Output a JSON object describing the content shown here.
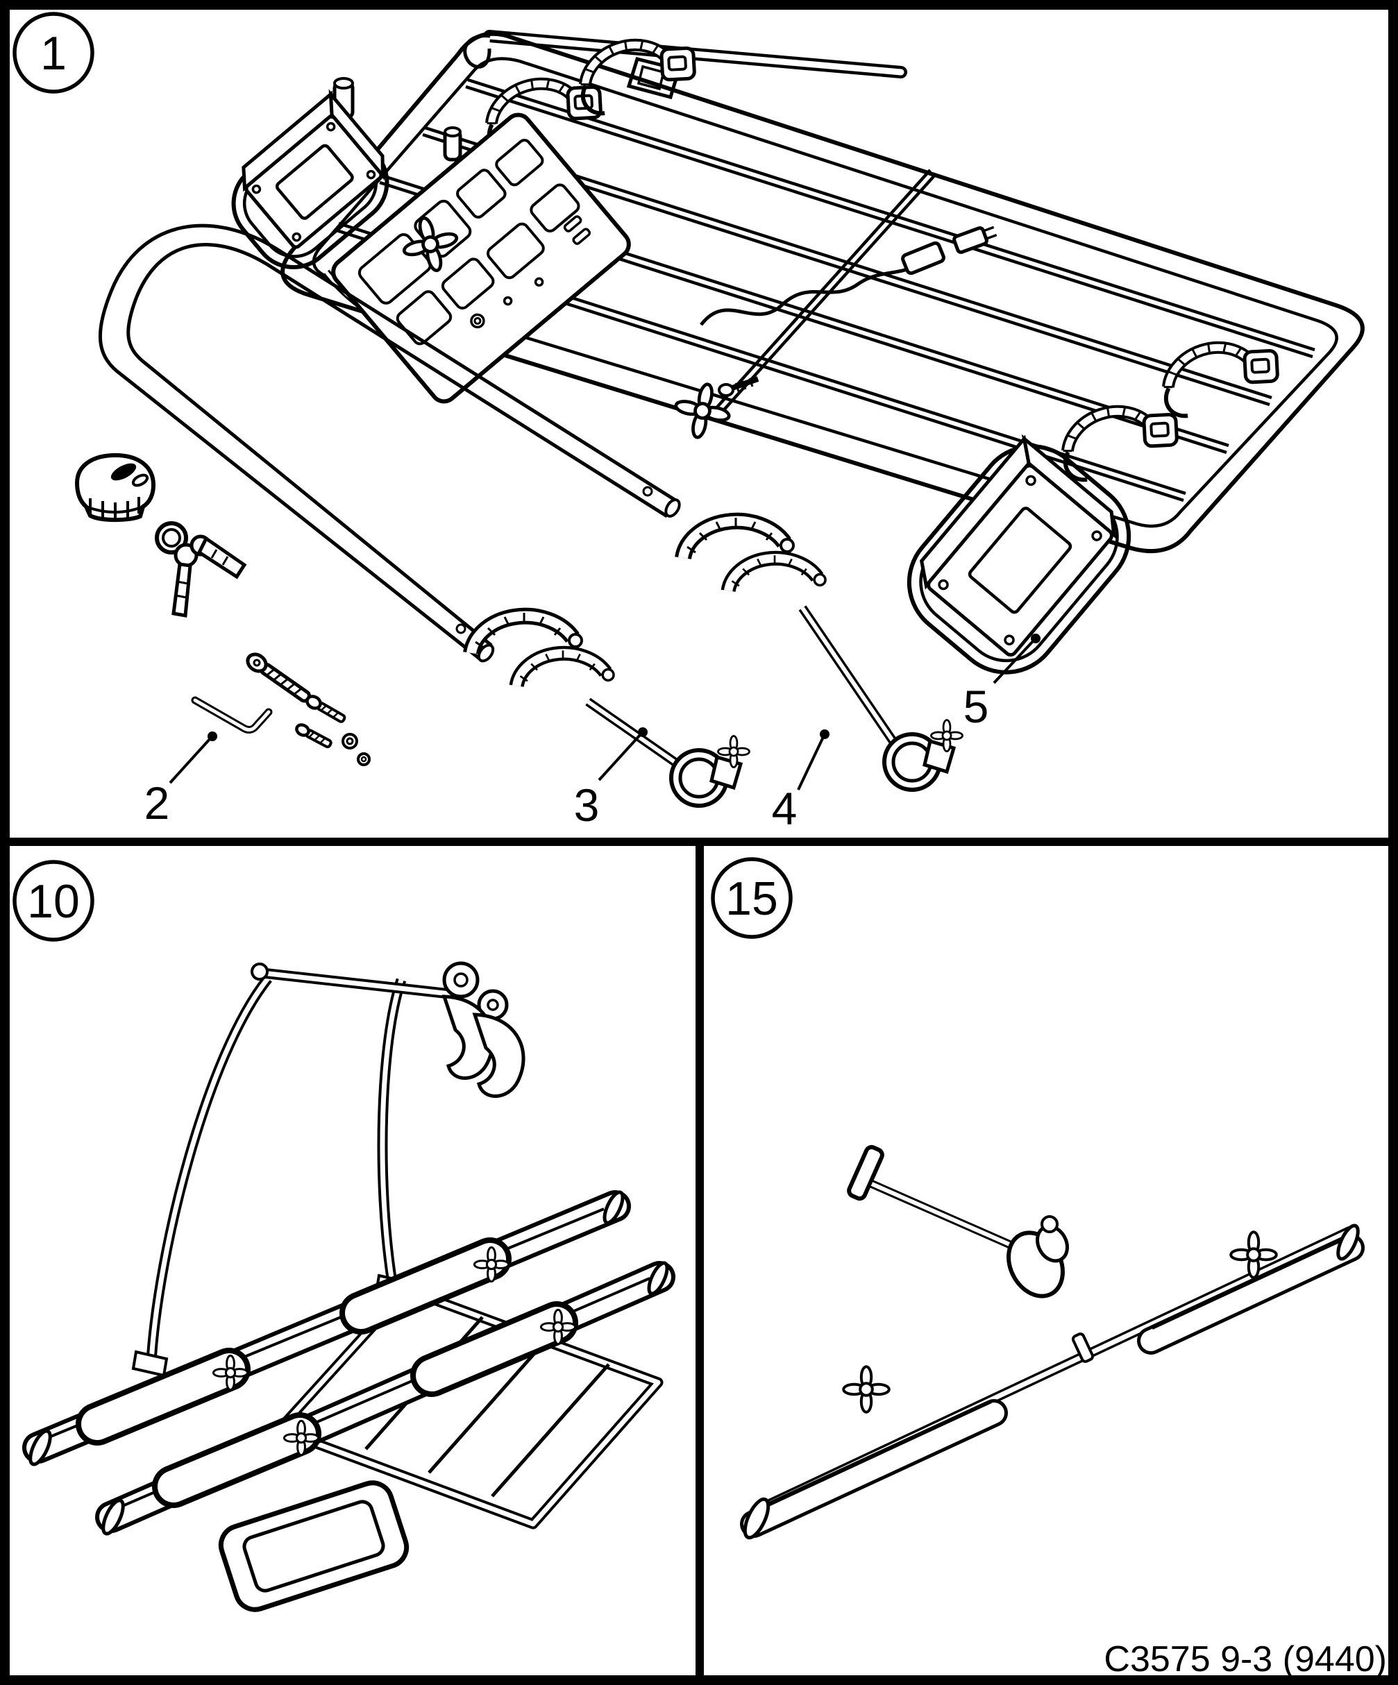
{
  "diagram": {
    "type": "parts-diagram",
    "caption": "C3575 9-3 (9440)",
    "colors": {
      "line": "#000000",
      "background": "#ffffff"
    },
    "panels": {
      "exploded": {
        "callout": "1",
        "part_labels": [
          "2",
          "3",
          "4",
          "5"
        ]
      },
      "assembled": {
        "callout": "10"
      },
      "wheel_rail": {
        "callout": "15"
      }
    }
  }
}
